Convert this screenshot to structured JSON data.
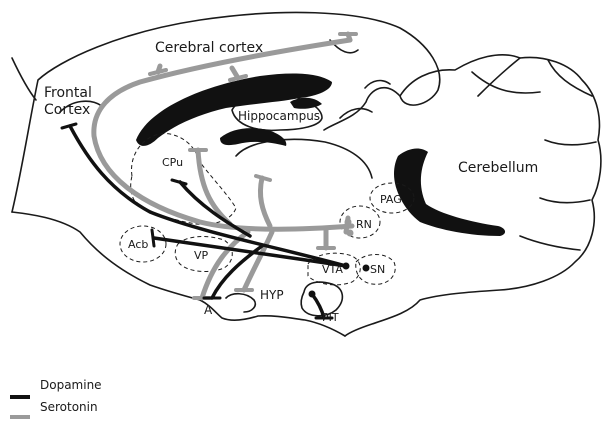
{
  "labels": {
    "cerebral_cortex": "Cerebral cortex",
    "frontal_1": "Frontal",
    "frontal_2": "Cortex",
    "hippocampus": "Hippocampus",
    "cerebellum": "Cerebellum",
    "cpu": "CPu",
    "pag": "PAG",
    "rn": "RN",
    "acb": "Acb",
    "vp": "VP",
    "vta": "VTA",
    "sn": "SN",
    "hyp": "HYP",
    "a": "A",
    "pit": "PIT"
  },
  "legend": [
    {
      "label": "Dopamine",
      "color": "#111111"
    },
    {
      "label": "Serotonin",
      "color": "#9a9a9a"
    }
  ],
  "colors": {
    "dopamine": "#111111",
    "serotonin": "#9a9a9a",
    "outline": "#1a1a1a"
  }
}
